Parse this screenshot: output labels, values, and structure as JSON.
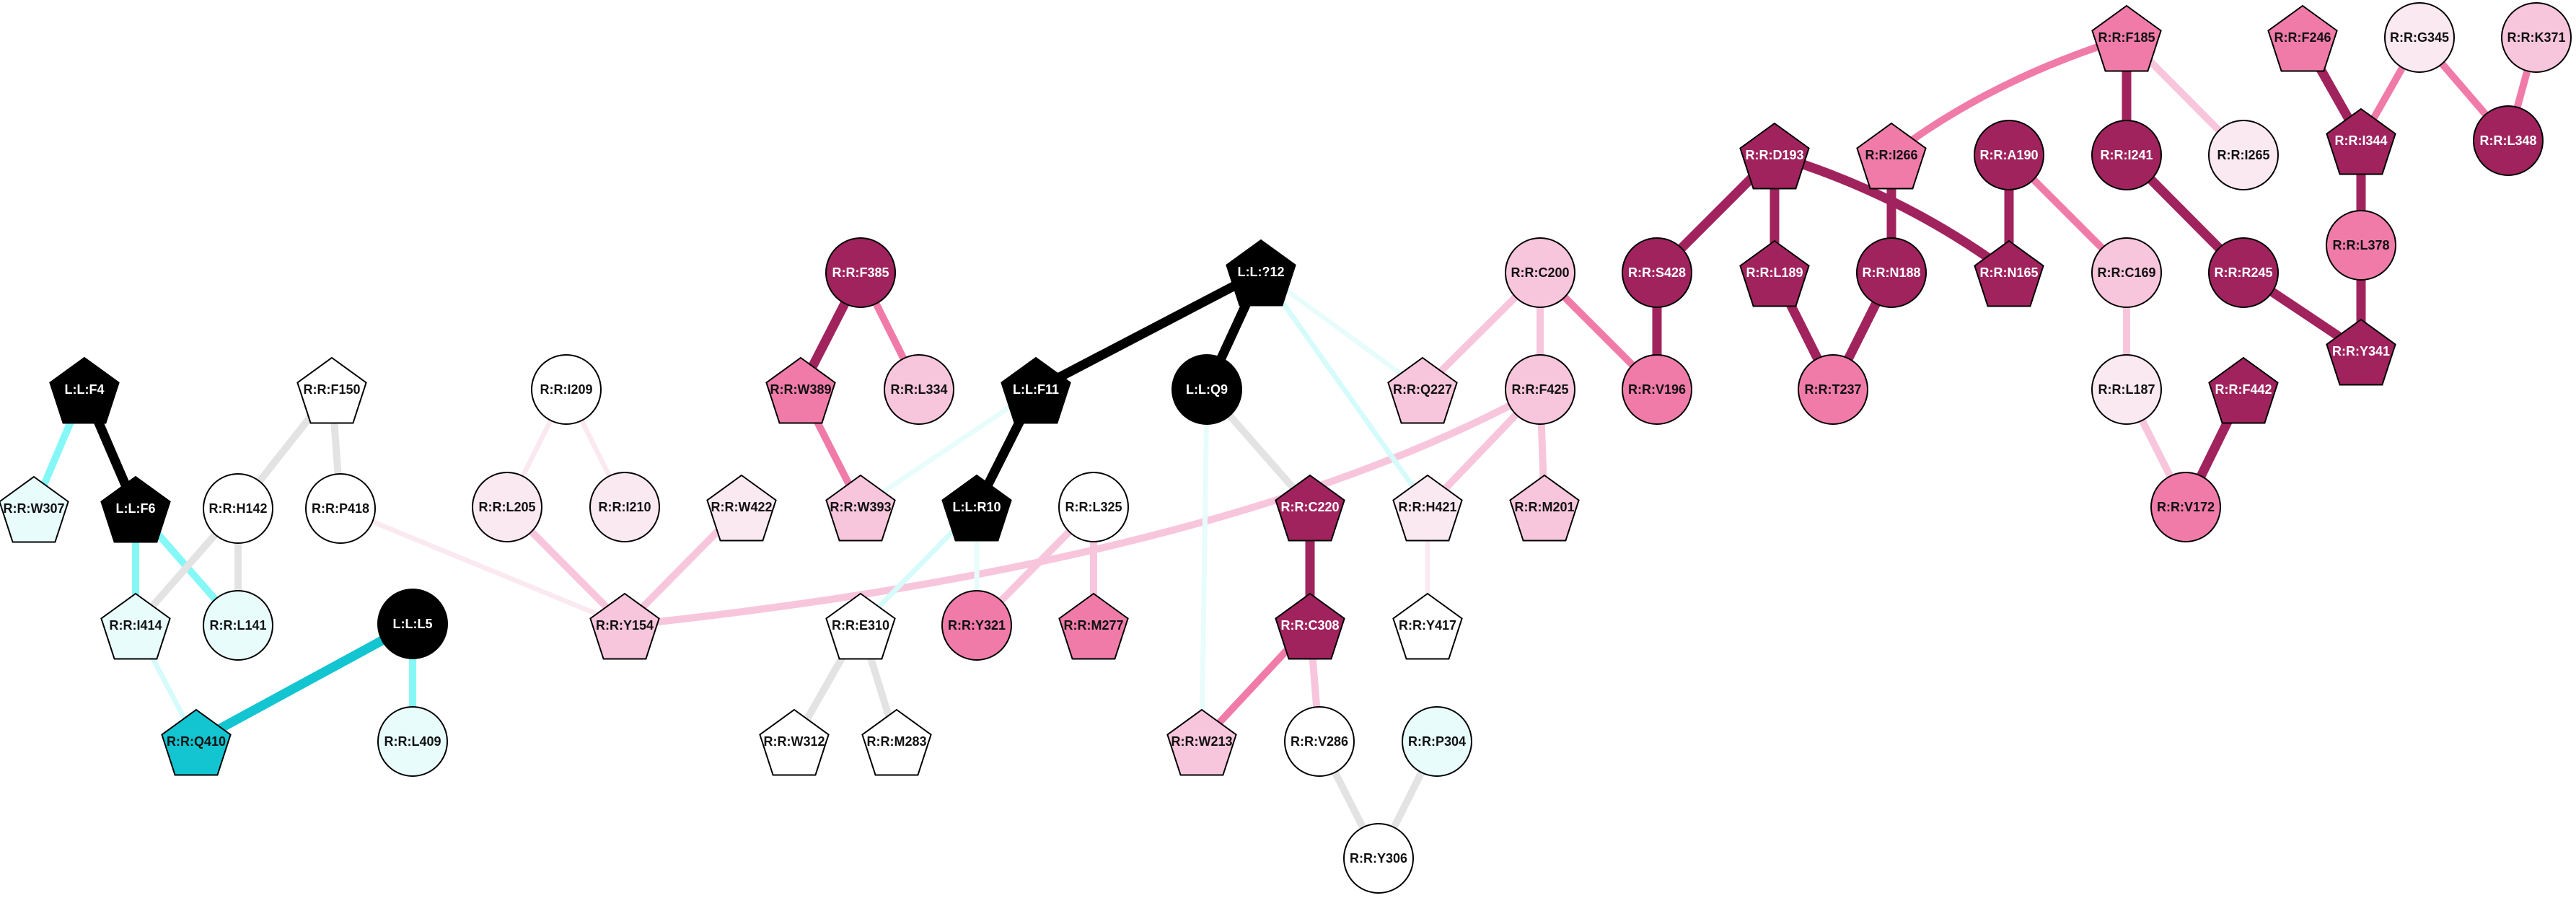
{
  "title": "Residue interaction network",
  "colors": {
    "black": "#000000",
    "white": "#ffffff",
    "cyan_dark": "#12c5d0",
    "cyan_mid": "#86f7f7",
    "cyan_light": "#e8fcfc",
    "cyan_faint": "#d5fbfb",
    "grey": "#e3e3e3",
    "pink_faint": "#fbe9f2",
    "pink_light": "#f8c6dc",
    "pink_mid": "#f07ba9",
    "magenta": "#a0235e"
  },
  "nodes": [
    {
      "id": "L:L:F4",
      "shape": "pentagon",
      "fill": "black",
      "text": "white"
    },
    {
      "id": "R:R:W307",
      "shape": "pentagon",
      "fill": "cyan_light",
      "text": "black"
    },
    {
      "id": "L:L:F6",
      "shape": "pentagon",
      "fill": "black",
      "text": "white"
    },
    {
      "id": "R:R:F150",
      "shape": "pentagon",
      "fill": "white",
      "text": "black"
    },
    {
      "id": "R:R:H142",
      "shape": "circle",
      "fill": "white",
      "text": "black"
    },
    {
      "id": "R:R:P418",
      "shape": "circle",
      "fill": "white",
      "text": "black"
    },
    {
      "id": "R:R:I414",
      "shape": "pentagon",
      "fill": "cyan_light",
      "text": "black"
    },
    {
      "id": "R:R:L141",
      "shape": "circle",
      "fill": "cyan_light",
      "text": "black"
    },
    {
      "id": "L:L:L5",
      "shape": "circle",
      "fill": "black",
      "text": "white"
    },
    {
      "id": "R:R:Q410",
      "shape": "pentagon",
      "fill": "cyan_dark",
      "text": "black"
    },
    {
      "id": "R:R:L409",
      "shape": "circle",
      "fill": "cyan_light",
      "text": "black"
    },
    {
      "id": "R:R:I209",
      "shape": "circle",
      "fill": "white",
      "text": "black"
    },
    {
      "id": "R:R:L205",
      "shape": "circle",
      "fill": "pink_faint",
      "text": "black"
    },
    {
      "id": "R:R:I210",
      "shape": "circle",
      "fill": "pink_faint",
      "text": "black"
    },
    {
      "id": "R:R:W422",
      "shape": "pentagon",
      "fill": "pink_faint",
      "text": "black"
    },
    {
      "id": "R:R:Y154",
      "shape": "pentagon",
      "fill": "pink_light",
      "text": "black"
    },
    {
      "id": "R:R:F385",
      "shape": "circle",
      "fill": "magenta",
      "text": "white"
    },
    {
      "id": "R:R:W389",
      "shape": "pentagon",
      "fill": "pink_mid",
      "text": "black"
    },
    {
      "id": "R:R:L334",
      "shape": "circle",
      "fill": "pink_light",
      "text": "black"
    },
    {
      "id": "R:R:W393",
      "shape": "pentagon",
      "fill": "pink_light",
      "text": "black"
    },
    {
      "id": "L:L:?12",
      "shape": "pentagon",
      "fill": "black",
      "text": "white"
    },
    {
      "id": "L:L:F11",
      "shape": "pentagon",
      "fill": "black",
      "text": "white"
    },
    {
      "id": "L:L:Q9",
      "shape": "circle",
      "fill": "black",
      "text": "white"
    },
    {
      "id": "L:L:R10",
      "shape": "pentagon",
      "fill": "black",
      "text": "white"
    },
    {
      "id": "R:R:L325",
      "shape": "circle",
      "fill": "white",
      "text": "black"
    },
    {
      "id": "R:R:E310",
      "shape": "pentagon",
      "fill": "white",
      "text": "black"
    },
    {
      "id": "R:R:Y321",
      "shape": "circle",
      "fill": "pink_mid",
      "text": "black"
    },
    {
      "id": "R:R:M277",
      "shape": "pentagon",
      "fill": "pink_mid",
      "text": "black"
    },
    {
      "id": "R:R:W312",
      "shape": "pentagon",
      "fill": "white",
      "text": "black"
    },
    {
      "id": "R:R:M283",
      "shape": "pentagon",
      "fill": "white",
      "text": "black"
    },
    {
      "id": "R:R:C220",
      "shape": "pentagon",
      "fill": "magenta",
      "text": "white"
    },
    {
      "id": "R:R:H421",
      "shape": "pentagon",
      "fill": "pink_faint",
      "text": "black"
    },
    {
      "id": "R:R:C308",
      "shape": "pentagon",
      "fill": "magenta",
      "text": "white"
    },
    {
      "id": "R:R:Y417",
      "shape": "pentagon",
      "fill": "white",
      "text": "black"
    },
    {
      "id": "R:R:W213",
      "shape": "pentagon",
      "fill": "pink_light",
      "text": "black"
    },
    {
      "id": "R:R:V286",
      "shape": "circle",
      "fill": "white",
      "text": "black"
    },
    {
      "id": "R:R:P304",
      "shape": "circle",
      "fill": "cyan_light",
      "text": "black"
    },
    {
      "id": "R:R:Y306",
      "shape": "circle",
      "fill": "white",
      "text": "black"
    },
    {
      "id": "R:R:C200",
      "shape": "circle",
      "fill": "pink_light",
      "text": "black"
    },
    {
      "id": "R:R:Q227",
      "shape": "pentagon",
      "fill": "pink_light",
      "text": "black"
    },
    {
      "id": "R:R:F425",
      "shape": "circle",
      "fill": "pink_light",
      "text": "black"
    },
    {
      "id": "R:R:M201",
      "shape": "pentagon",
      "fill": "pink_light",
      "text": "black"
    },
    {
      "id": "R:R:S428",
      "shape": "circle",
      "fill": "magenta",
      "text": "white"
    },
    {
      "id": "R:R:V196",
      "shape": "circle",
      "fill": "pink_mid",
      "text": "black"
    },
    {
      "id": "R:R:D193",
      "shape": "pentagon",
      "fill": "magenta",
      "text": "white"
    },
    {
      "id": "R:R:I266",
      "shape": "pentagon",
      "fill": "pink_mid",
      "text": "black"
    },
    {
      "id": "R:R:A190",
      "shape": "circle",
      "fill": "magenta",
      "text": "white"
    },
    {
      "id": "R:R:L189",
      "shape": "pentagon",
      "fill": "magenta",
      "text": "white"
    },
    {
      "id": "R:R:N188",
      "shape": "circle",
      "fill": "magenta",
      "text": "white"
    },
    {
      "id": "R:R:N165",
      "shape": "pentagon",
      "fill": "magenta",
      "text": "white"
    },
    {
      "id": "R:R:T237",
      "shape": "circle",
      "fill": "pink_mid",
      "text": "black"
    },
    {
      "id": "R:R:F185",
      "shape": "pentagon",
      "fill": "pink_mid",
      "text": "black"
    },
    {
      "id": "R:R:I241",
      "shape": "circle",
      "fill": "magenta",
      "text": "white"
    },
    {
      "id": "R:R:I265",
      "shape": "circle",
      "fill": "pink_faint",
      "text": "black"
    },
    {
      "id": "R:R:C169",
      "shape": "circle",
      "fill": "pink_light",
      "text": "black"
    },
    {
      "id": "R:R:R245",
      "shape": "circle",
      "fill": "magenta",
      "text": "white"
    },
    {
      "id": "R:R:L187",
      "shape": "circle",
      "fill": "pink_faint",
      "text": "black"
    },
    {
      "id": "R:R:F442",
      "shape": "pentagon",
      "fill": "magenta",
      "text": "white"
    },
    {
      "id": "R:R:V172",
      "shape": "circle",
      "fill": "pink_mid",
      "text": "black"
    },
    {
      "id": "R:R:F246",
      "shape": "pentagon",
      "fill": "pink_mid",
      "text": "black"
    },
    {
      "id": "R:R:G345",
      "shape": "circle",
      "fill": "pink_faint",
      "text": "black"
    },
    {
      "id": "R:R:K371",
      "shape": "circle",
      "fill": "pink_light",
      "text": "black"
    },
    {
      "id": "R:R:I344",
      "shape": "pentagon",
      "fill": "magenta",
      "text": "white"
    },
    {
      "id": "R:R:L348",
      "shape": "circle",
      "fill": "magenta",
      "text": "white"
    },
    {
      "id": "R:R:L378",
      "shape": "circle",
      "fill": "pink_mid",
      "text": "black"
    },
    {
      "id": "R:R:Y341",
      "shape": "pentagon",
      "fill": "magenta",
      "text": "white"
    }
  ],
  "edges": [
    {
      "from": "L:L:F4",
      "to": "R:R:W307",
      "color": "cyan_mid",
      "weight": "medium"
    },
    {
      "from": "L:L:F4",
      "to": "L:L:F6",
      "color": "black",
      "weight": "heavy"
    },
    {
      "from": "L:L:F6",
      "to": "R:R:I414",
      "color": "cyan_mid",
      "weight": "medium"
    },
    {
      "from": "L:L:F6",
      "to": "R:R:L141",
      "color": "cyan_mid",
      "weight": "medium"
    },
    {
      "from": "R:R:F150",
      "to": "R:R:H142",
      "color": "grey",
      "weight": "medium"
    },
    {
      "from": "R:R:F150",
      "to": "R:R:P418",
      "color": "grey",
      "weight": "medium"
    },
    {
      "from": "R:R:H142",
      "to": "R:R:I414",
      "color": "grey",
      "weight": "medium"
    },
    {
      "from": "R:R:H142",
      "to": "R:R:L141",
      "color": "grey",
      "weight": "medium"
    },
    {
      "from": "R:R:I414",
      "to": "R:R:Q410",
      "color": "cyan_faint",
      "weight": "light"
    },
    {
      "from": "L:L:L5",
      "to": "R:R:Q410",
      "color": "cyan_dark",
      "weight": "heavy"
    },
    {
      "from": "L:L:L5",
      "to": "R:R:L409",
      "color": "cyan_mid",
      "weight": "medium"
    },
    {
      "from": "R:R:P418",
      "to": "R:R:Y154",
      "color": "pink_faint",
      "weight": "light"
    },
    {
      "from": "R:R:I209",
      "to": "R:R:L205",
      "color": "pink_faint",
      "weight": "light"
    },
    {
      "from": "R:R:I209",
      "to": "R:R:I210",
      "color": "pink_faint",
      "weight": "light"
    },
    {
      "from": "R:R:L205",
      "to": "R:R:Y154",
      "color": "pink_light",
      "weight": "medium"
    },
    {
      "from": "R:R:W422",
      "to": "R:R:Y154",
      "color": "pink_light",
      "weight": "medium"
    },
    {
      "from": "R:R:Y154",
      "to": "R:R:F425",
      "color": "pink_light",
      "weight": "medium",
      "curve": true
    },
    {
      "from": "R:R:F385",
      "to": "R:R:W389",
      "color": "magenta",
      "weight": "heavy"
    },
    {
      "from": "R:R:F385",
      "to": "R:R:L334",
      "color": "pink_mid",
      "weight": "medium"
    },
    {
      "from": "R:R:W389",
      "to": "R:R:W393",
      "color": "pink_mid",
      "weight": "medium"
    },
    {
      "from": "L:L:F11",
      "to": "R:R:W393",
      "color": "cyan_light",
      "weight": "light"
    },
    {
      "from": "L:L:?12",
      "to": "L:L:F11",
      "color": "black",
      "weight": "heavy"
    },
    {
      "from": "L:L:?12",
      "to": "L:L:Q9",
      "color": "black",
      "weight": "heavy"
    },
    {
      "from": "L:L:?12",
      "to": "R:R:Q227",
      "color": "cyan_light",
      "weight": "light"
    },
    {
      "from": "L:L:?12",
      "to": "R:R:H421",
      "color": "cyan_faint",
      "weight": "light"
    },
    {
      "from": "L:L:F11",
      "to": "L:L:R10",
      "color": "black",
      "weight": "heavy"
    },
    {
      "from": "L:L:R10",
      "to": "R:R:E310",
      "color": "cyan_faint",
      "weight": "light"
    },
    {
      "from": "L:L:R10",
      "to": "R:R:Y321",
      "color": "cyan_light",
      "weight": "light"
    },
    {
      "from": "R:R:L325",
      "to": "R:R:Y321",
      "color": "pink_light",
      "weight": "medium"
    },
    {
      "from": "R:R:L325",
      "to": "R:R:M277",
      "color": "pink_light",
      "weight": "medium"
    },
    {
      "from": "R:R:E310",
      "to": "R:R:W312",
      "color": "grey",
      "weight": "medium"
    },
    {
      "from": "R:R:E310",
      "to": "R:R:M283",
      "color": "grey",
      "weight": "medium"
    },
    {
      "from": "L:L:Q9",
      "to": "R:R:C220",
      "color": "grey",
      "weight": "medium"
    },
    {
      "from": "L:L:Q9",
      "to": "R:R:W213",
      "color": "cyan_light",
      "weight": "light"
    },
    {
      "from": "R:R:C220",
      "to": "R:R:C308",
      "color": "magenta",
      "weight": "heavy"
    },
    {
      "from": "R:R:C308",
      "to": "R:R:W213",
      "color": "pink_mid",
      "weight": "medium"
    },
    {
      "from": "R:R:C308",
      "to": "R:R:V286",
      "color": "pink_light",
      "weight": "medium"
    },
    {
      "from": "R:R:V286",
      "to": "R:R:Y306",
      "color": "grey",
      "weight": "medium"
    },
    {
      "from": "R:R:P304",
      "to": "R:R:Y306",
      "color": "grey",
      "weight": "medium"
    },
    {
      "from": "R:R:H421",
      "to": "R:R:Y417",
      "color": "pink_faint",
      "weight": "light"
    },
    {
      "from": "R:R:H421",
      "to": "R:R:F425",
      "color": "pink_light",
      "weight": "medium"
    },
    {
      "from": "R:R:C200",
      "to": "R:R:Q227",
      "color": "pink_light",
      "weight": "medium"
    },
    {
      "from": "R:R:C200",
      "to": "R:R:F425",
      "color": "pink_light",
      "weight": "medium"
    },
    {
      "from": "R:R:C200",
      "to": "R:R:V196",
      "color": "pink_mid",
      "weight": "medium"
    },
    {
      "from": "R:R:F425",
      "to": "R:R:M201",
      "color": "pink_light",
      "weight": "medium"
    },
    {
      "from": "R:R:S428",
      "to": "R:R:V196",
      "color": "magenta",
      "weight": "heavy"
    },
    {
      "from": "R:R:D193",
      "to": "R:R:S428",
      "color": "magenta",
      "weight": "heavy"
    },
    {
      "from": "R:R:D193",
      "to": "R:R:L189",
      "color": "magenta",
      "weight": "heavy"
    },
    {
      "from": "R:R:D193",
      "to": "R:R:N165",
      "color": "magenta",
      "weight": "heavy",
      "curve": true
    },
    {
      "from": "R:R:I266",
      "to": "R:R:N188",
      "color": "magenta",
      "weight": "heavy"
    },
    {
      "from": "R:R:A190",
      "to": "R:R:N165",
      "color": "magenta",
      "weight": "heavy"
    },
    {
      "from": "R:R:A190",
      "to": "R:R:C169",
      "color": "pink_mid",
      "weight": "medium"
    },
    {
      "from": "R:R:L189",
      "to": "R:R:T237",
      "color": "magenta",
      "weight": "heavy"
    },
    {
      "from": "R:R:N188",
      "to": "R:R:T237",
      "color": "magenta",
      "weight": "heavy"
    },
    {
      "from": "R:R:F185",
      "to": "R:R:I266",
      "color": "pink_mid",
      "weight": "medium",
      "curve": true
    },
    {
      "from": "R:R:F185",
      "to": "R:R:I241",
      "color": "magenta",
      "weight": "heavy"
    },
    {
      "from": "R:R:F185",
      "to": "R:R:I265",
      "color": "pink_light",
      "weight": "medium"
    },
    {
      "from": "R:R:I241",
      "to": "R:R:R245",
      "color": "magenta",
      "weight": "heavy"
    },
    {
      "from": "R:R:C169",
      "to": "R:R:L187",
      "color": "pink_light",
      "weight": "medium"
    },
    {
      "from": "R:R:L187",
      "to": "R:R:V172",
      "color": "pink_light",
      "weight": "medium"
    },
    {
      "from": "R:R:F442",
      "to": "R:R:V172",
      "color": "magenta",
      "weight": "heavy"
    },
    {
      "from": "R:R:R245",
      "to": "R:R:Y341",
      "color": "magenta",
      "weight": "heavy"
    },
    {
      "from": "R:R:F246",
      "to": "R:R:I344",
      "color": "magenta",
      "weight": "heavy"
    },
    {
      "from": "R:R:G345",
      "to": "R:R:I344",
      "color": "pink_mid",
      "weight": "medium"
    },
    {
      "from": "R:R:G345",
      "to": "R:R:L348",
      "color": "pink_mid",
      "weight": "medium"
    },
    {
      "from": "R:R:K371",
      "to": "R:R:L348",
      "color": "pink_mid",
      "weight": "medium"
    },
    {
      "from": "R:R:I344",
      "to": "R:R:L378",
      "color": "magenta",
      "weight": "heavy"
    },
    {
      "from": "R:R:L378",
      "to": "R:R:Y341",
      "color": "magenta",
      "weight": "heavy"
    }
  ]
}
